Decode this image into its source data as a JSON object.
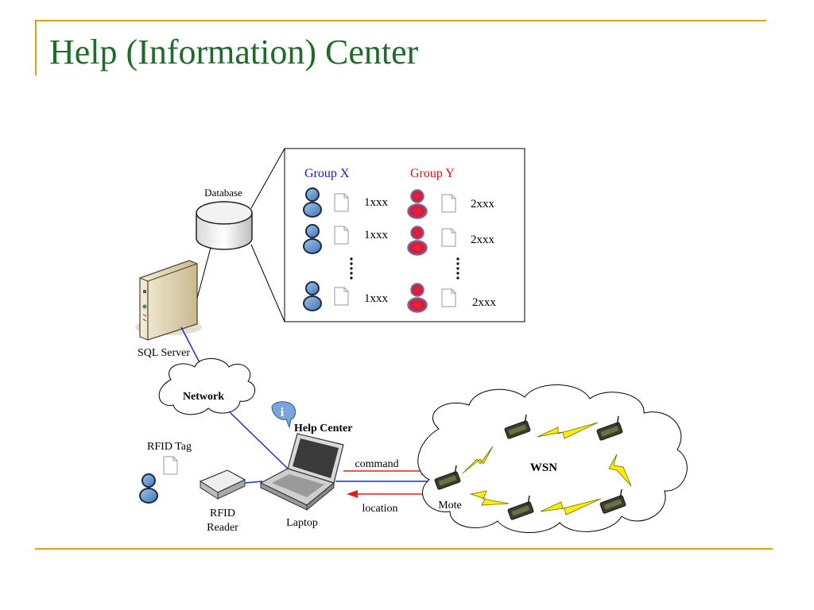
{
  "slide": {
    "title": "Help (Information) Center"
  },
  "diagram": {
    "database_label": "Database",
    "sql_server_label": "SQL Server",
    "network_label": "Network",
    "help_center_label": "Help Center",
    "rfid_tag_label": "RFID Tag",
    "rfid_reader_label_line1": "RFID",
    "rfid_reader_label_line2": "Reader",
    "laptop_label": "Laptop",
    "command_label": "command",
    "location_label": "location",
    "wsn_label": "WSN",
    "mote_label": "Mote",
    "group_x": {
      "label": "Group X",
      "color": "#1a1acc",
      "rows": [
        "1xxx",
        "1xxx",
        "1xxx"
      ]
    },
    "group_y": {
      "label": "Group Y",
      "color": "#dd1111",
      "rows": [
        "2xxx",
        "2xxx",
        "2xxx"
      ]
    }
  },
  "colors": {
    "title": "#1f6b2a",
    "accent": "#d9a21b",
    "link_line": "#1a2fd1",
    "arrow": "#e02020",
    "lightning": "#ffee00"
  }
}
